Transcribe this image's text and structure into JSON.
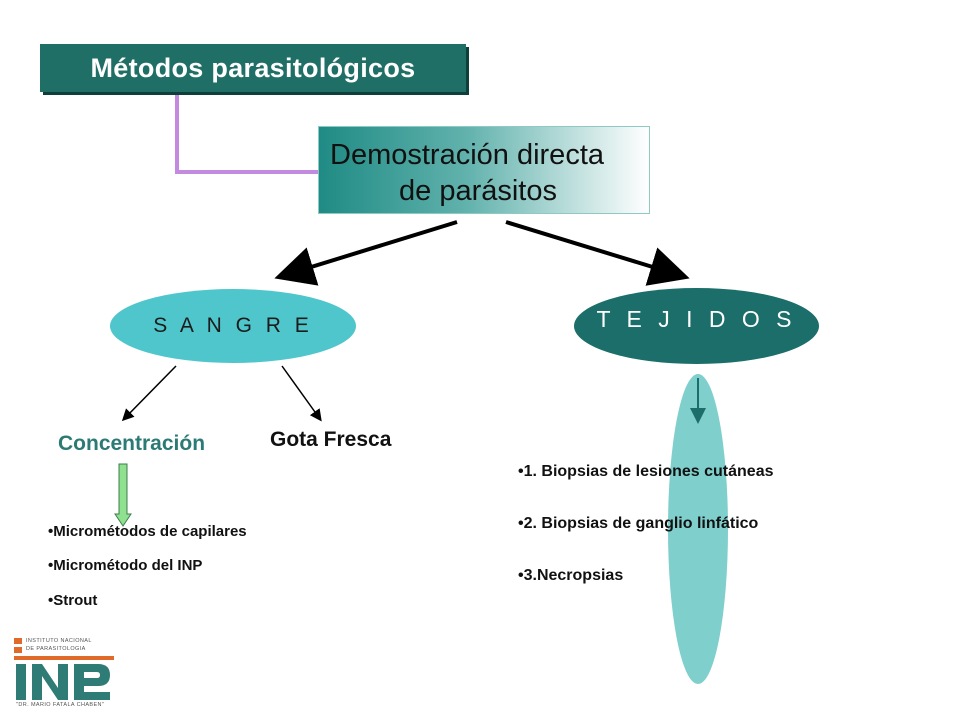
{
  "title": "Métodos parasitológicos",
  "demo": {
    "line1": "Demostración directa",
    "line2": "de parásitos"
  },
  "sangre": {
    "label": "S A N G R E"
  },
  "tejidos": {
    "label": "T E J I D O S"
  },
  "sangre_branches": {
    "left": "Concentración",
    "right": "Gota Fresca"
  },
  "sangre_methods": [
    "•Micrométodos de capilares",
    "•Micrométodo del INP",
    "•Strout"
  ],
  "tejidos_methods": [
    "•1. Biopsias de lesiones cutáneas",
    "•2. Biopsias de ganglio linfático",
    "•3.Necropsias"
  ],
  "logo": {
    "line1": "INSTITUTO NACIONAL",
    "line2": "DE PARASITOLOGIA",
    "letters": "INP",
    "line3": "\"DR. MARIO FATALA CHABEN\""
  },
  "colors": {
    "title_bg": "#1f6f66",
    "sangre": "#4fc6cc",
    "tejidos": "#1b6e6a",
    "connector": "#c38be0",
    "arrow_green": "#8fe08f"
  }
}
